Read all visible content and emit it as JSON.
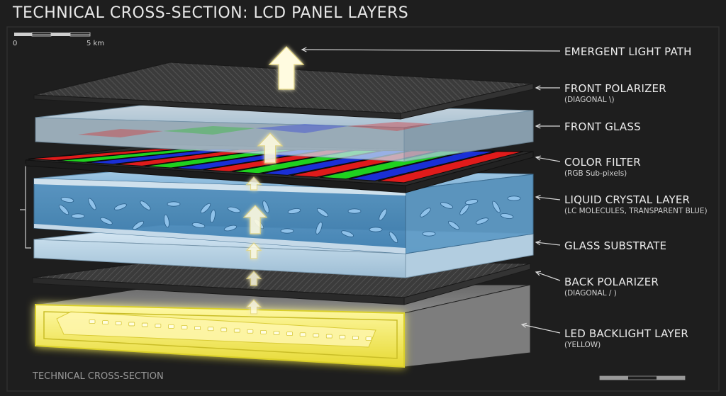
{
  "title": "TECHNICAL CROSS-SECTION: LCD PANEL LAYERS",
  "scale_bar": {
    "start_label": "0",
    "end_label": "5 km"
  },
  "footer": "TECHNICAL CROSS-SECTION",
  "labels": [
    {
      "id": "emergent",
      "main": "EMERGENT LIGHT PATH",
      "sub": ""
    },
    {
      "id": "front_polarizer",
      "main": "FRONT POLARIZER",
      "sub": "(DIAGONAL \\)"
    },
    {
      "id": "front_glass",
      "main": "FRONT GLASS",
      "sub": ""
    },
    {
      "id": "color_filter",
      "main": "COLOR FILTER",
      "sub": "(RGB Sub-pixels)"
    },
    {
      "id": "liquid_crystal",
      "main": "LIQUID CRYSTAL LAYER",
      "sub": "(LC MOLECULES, TRANSPARENT BLUE)"
    },
    {
      "id": "glass_substrate",
      "main": "GLASS SUBSTRATE",
      "sub": ""
    },
    {
      "id": "back_polarizer",
      "main": "BACK POLARIZER",
      "sub": "(DIAGONAL / )"
    },
    {
      "id": "backlight",
      "main": "LED BACKLIGHT LAYER",
      "sub": "(YELLOW)"
    }
  ],
  "colors": {
    "background": "#1e1e1e",
    "polarizer": "#3a3a3a",
    "glass": "#cfe3f0",
    "lc_blue": "#4f8fc0",
    "red": "#e01b1b",
    "green": "#1fd11f",
    "blue": "#1a2fd6",
    "backlight": "#f5ef5a",
    "arrow": "#fffbe0",
    "leader": "#d8d8d8"
  },
  "icons": [
    "up-arrow-icon"
  ]
}
